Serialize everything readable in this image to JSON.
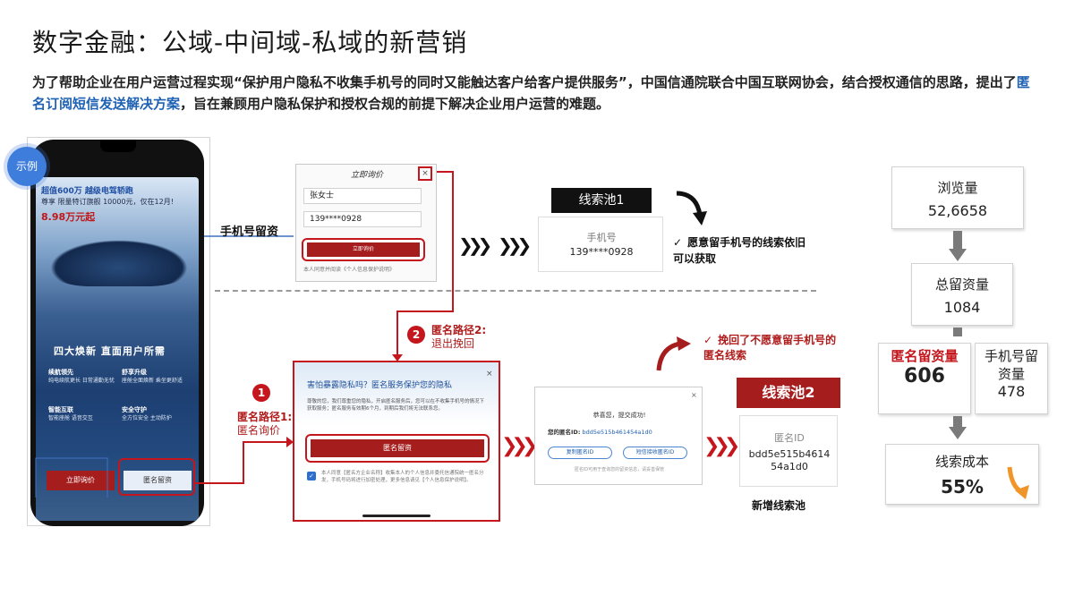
{
  "title": "数字金融：公域-中间域-私域的新营销",
  "intro": {
    "part1": "为了帮助企业在用户运营过程实现“保护用户隐私不收集手机号的同时又能触达客户给客户提供服务”，中国信通院联合中国互联网协会，结合授权通信的思路，提出了",
    "highlight": "匿名订阅短信发送解决方案",
    "part2": "，旨在兼顾用户隐私保护和授权合规的前提下解决企业用户运营的难题。"
  },
  "example_badge": "示例",
  "phone": {
    "ad_top": "超值600万 越级电驾轿跑",
    "ad_line2": "尊享 限量特订旗舰 10000元，仅在12月!",
    "ad_price": "8.98万元起",
    "headline": "四大焕新 直面用户所需",
    "features": [
      {
        "title": "续航领先",
        "desc": "纯电续航更长 日常通勤无忧"
      },
      {
        "title": "舒享升级",
        "desc": "座舱全面焕新 乘坐更舒适"
      },
      {
        "title": "智能互联",
        "desc": "智能座舱 语音交互"
      },
      {
        "title": "安全守护",
        "desc": "全方位安全 主动防护"
      }
    ],
    "btn_consult": "立即询价",
    "btn_anon": "匿名留资"
  },
  "labels": {
    "phone_path": "手机号留资",
    "route1_title": "匿名路径1:",
    "route1_sub": "匿名询价",
    "route1_num": "1",
    "route2_title": "匿名路径2:",
    "route2_sub": "退出挽回",
    "route2_num": "2"
  },
  "form1": {
    "title": "立即询价",
    "close": "×",
    "name_value": "张女士",
    "phone_value": "139****0928",
    "submit": "立即询价",
    "agree": "本人同意并阅读《个人信息保护说明》"
  },
  "pool1": {
    "title": "线索池1",
    "label": "手机号",
    "value": "139****0928"
  },
  "note1": {
    "check": "✓",
    "text": "愿意留手机号的线索依旧可以获取"
  },
  "form2": {
    "title": "害怕暴露隐私吗？匿名服务保护您的隐私",
    "close": "×",
    "desc": "尊敬的您，我们尊重您的隐私，开启匿名服务后，您可以在不收集手机号的情况下获取服务；匿名服务有效期6个月，到期后我们将无法联系您。",
    "submit": "匿名留资",
    "check": "✓",
    "agree": "本人同意【匿名方企业名称】收集本人的个人信息并委托信通院统一匿名分发，手机号码将进行加密处理，更多信息请见【个人信息保护说明】。"
  },
  "dialog": {
    "close": "×",
    "title": "恭喜您，提交成功!",
    "id_label": "您的匿名ID:",
    "id_value": "bdd5e515b461454a1d0",
    "btn_copy": "复制匿名ID",
    "btn_sms": "短信接收匿名ID",
    "foot": "匿名ID可用于查询您的留资信息，请妥善保管"
  },
  "note2": {
    "check": "✓",
    "text": "挽回了不愿意留手机号的匿名线索"
  },
  "pool2": {
    "title": "线索池2",
    "label": "匿名ID",
    "value": "bdd5e515b461454a1d0",
    "caption": "新增线索池"
  },
  "funnel": {
    "views_label": "浏览量",
    "views_value": "52,6658",
    "total_label": "总留资量",
    "total_value": "1084",
    "anon_label": "匿名留资量",
    "anon_value": "606",
    "phone_label": "手机号留资量",
    "phone_value": "478",
    "cost_label": "线索成本",
    "cost_value": "55%"
  },
  "colors": {
    "brand_red": "#a51d1d",
    "highlight_blue": "#1f62b3",
    "badge_blue": "#3f7ddc"
  }
}
